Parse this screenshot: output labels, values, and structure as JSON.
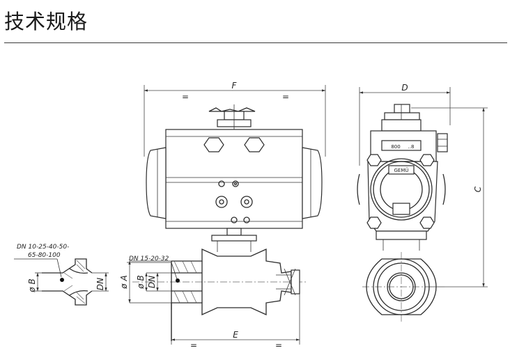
{
  "title": "技术规格",
  "labels": {
    "F": "F",
    "D": "D",
    "C": "C",
    "E": "E",
    "eq": "=",
    "dn_left": "DN 10-25-40-50-",
    "dn_left2": "65-80-100",
    "dn_mid": "DN 15-20-32",
    "phiB": "ø B",
    "dn": "DN",
    "phiA": "ø A",
    "pressure_badge": "800",
    "pressure_badge_unit": "..8",
    "nameplate": "GEMÜ"
  }
}
